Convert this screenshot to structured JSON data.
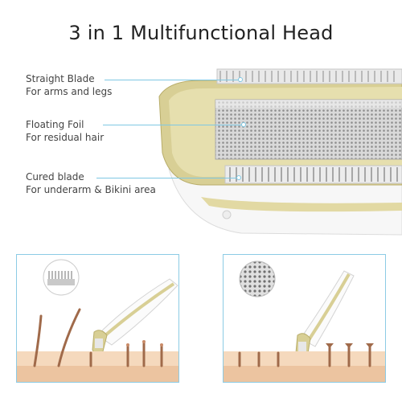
{
  "title": "3 in 1 Multifunctional Head",
  "callouts": [
    {
      "name": "Straight Blade",
      "detail": "For arms and legs"
    },
    {
      "name": "Floating Foil",
      "detail": "For residual hair"
    },
    {
      "name": "Cured blade",
      "detail": "For underarm & Bikini area"
    }
  ],
  "colors": {
    "accent_line": "#7fc8e3",
    "panel_border": "#8ccbe5",
    "gold": "#d8cf95",
    "gold_dark": "#b8ad6a",
    "skin": "#f5d9bd",
    "skin_dark": "#ecc4a0",
    "hair": "#a06a4a"
  },
  "panels": [
    {
      "name": "blade-demo",
      "inset_icon": "comb-blade-icon"
    },
    {
      "name": "foil-demo",
      "inset_icon": "mesh-foil-icon"
    }
  ]
}
